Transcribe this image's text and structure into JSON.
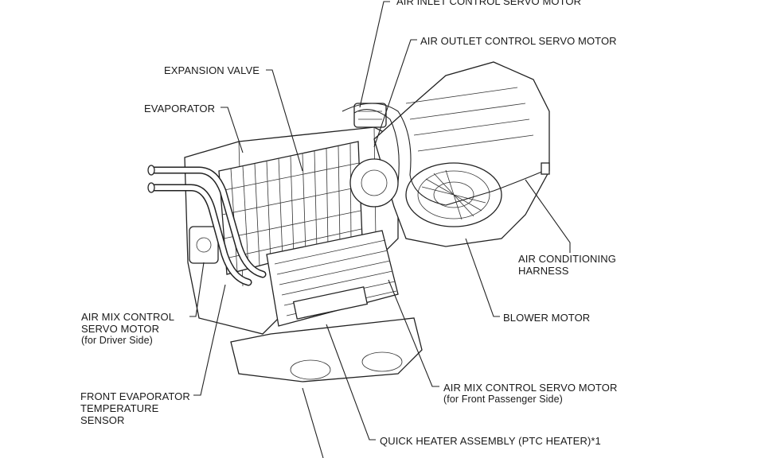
{
  "labels": {
    "air_inlet": "AIR INLET CONTROL SERVO MOTOR",
    "air_outlet": "AIR OUTLET CONTROL SERVO MOTOR",
    "expansion_valve": "EXPANSION VALVE",
    "evaporator": "EVAPORATOR",
    "ac_harness": [
      "AIR CONDITIONING",
      "HARNESS"
    ],
    "blower_motor": "BLOWER MOTOR",
    "air_mix_driver": [
      "AIR MIX CONTROL",
      "SERVO MOTOR",
      "(for Driver Side)"
    ],
    "air_mix_passenger": [
      "AIR MIX CONTROL SERVO MOTOR",
      "(for Front Passenger Side)"
    ],
    "front_evap_sensor": [
      "FRONT EVAPORATOR",
      "TEMPERATURE",
      "SENSOR"
    ],
    "quick_heater": "QUICK HEATER ASSEMBLY (PTC HEATER)*1"
  }
}
